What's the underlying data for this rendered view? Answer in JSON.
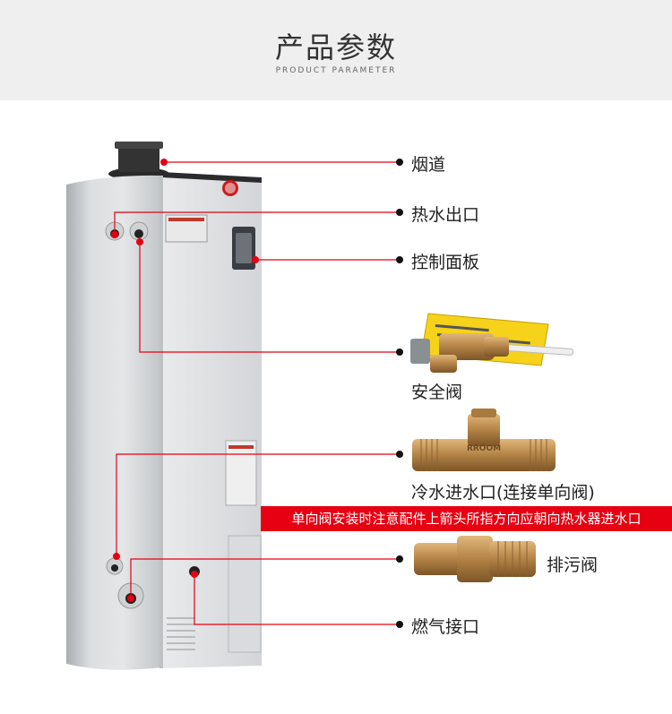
{
  "header": {
    "title": "产品参数",
    "subtitle": "PRODUCT PARAMETER"
  },
  "callouts": {
    "flue": "烟道",
    "hot_outlet": "热水出口",
    "control_panel": "控制面板",
    "safety_valve": "安全阀",
    "cold_inlet": "冷水进水口(连接单向阀)",
    "drain_valve": "排污阀",
    "gas_inlet": "燃气接口"
  },
  "notice": "单向阀安装时注意配件上箭头所指方向应朝向热水器进水口",
  "fitting_stamp": "RROOM",
  "colors": {
    "accent": "#e60012",
    "header_bg": "#efefef",
    "brass": "#b8874a"
  }
}
